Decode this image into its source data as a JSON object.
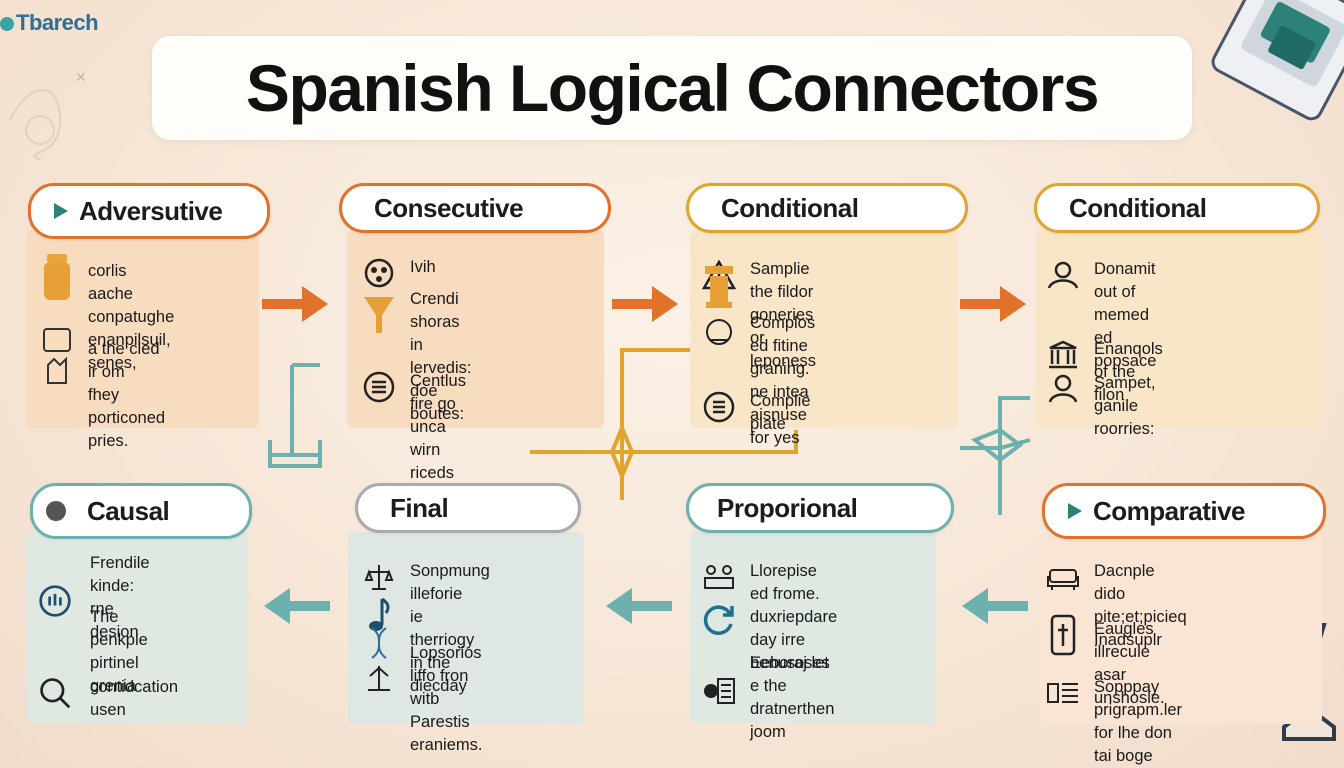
{
  "logo": {
    "text": "Tbarech"
  },
  "title": "Spanish Logical Connectors",
  "colors": {
    "orange": "#e0722c",
    "gold": "#e0a52a",
    "teal": "#6cb1ae"
  },
  "cards": {
    "adversutive": {
      "header": "Adversutive",
      "items": [
        {
          "icon": "bottle-icon",
          "text": "corlis aache\nconpatughe\nenanpilsuil, senes,"
        },
        {
          "icon": "tape-icon",
          "text": "a the cled ir om\nfhey porticoned\npries."
        }
      ]
    },
    "consecutive": {
      "header": "Consecutive",
      "items": [
        {
          "icon": "gear-cluster-icon",
          "text": "Ivih"
        },
        {
          "icon": "funnel-icon",
          "text": "Crendi shoras in\nlervedis: doe\nboutes:"
        },
        {
          "icon": "list-circle-icon",
          "text": "Centlus fire go unca\nwirn riceds"
        }
      ]
    },
    "conditional1": {
      "header": "Conditional",
      "items": [
        {
          "icon": "warning-icon",
          "text": "Samplie the fildor\ngoneries or leponess"
        },
        {
          "icon": "lamp-icon",
          "text": "Complos ed fitine\ngraning. ne intea\naisnuse for yes"
        },
        {
          "icon": "coins-icon",
          "text": "Complie plate"
        }
      ]
    },
    "conditional2": {
      "header": "Conditional",
      "items": [
        {
          "icon": "people-icon",
          "text": "Donamit out of\nmemed ed\npopsace"
        },
        {
          "icon": "pillar-icon",
          "text": "Enanqols of the filon"
        },
        {
          "icon": "group-icon",
          "text": "Sampet, ganile\nroorries:"
        }
      ]
    },
    "causal": {
      "header": "Causal",
      "items": [
        {
          "icon": "blank-icon",
          "text": "Frendile kinde:\nrne desion"
        },
        {
          "icon": "hand-circle-icon",
          "text": "The penkple\npirtinel\ngrenia"
        },
        {
          "icon": "magnifier-icon",
          "text": "contidcation\nusen"
        }
      ]
    },
    "final": {
      "header": "Final",
      "items": [
        {
          "icon": "scale-icon",
          "text": "Sonpmung illeforie\nie therriogy in the\ndiecday"
        },
        {
          "icon": "music-note-icon",
          "text": ""
        },
        {
          "icon": "dna-icon",
          "text": "Lopsorios liffo fron\nwitb Parestis\neraniems."
        }
      ]
    },
    "proporional": {
      "header": "Proporional",
      "items": [
        {
          "icon": "team-icon",
          "text": "Llorepise ed frome.\nduxriepdare day irre\nbenusoses"
        },
        {
          "icon": "refresh-icon",
          "text": ""
        },
        {
          "icon": "document-icon",
          "text": "Eeboraj let e the\ndratnerthen\njoom"
        }
      ]
    },
    "comparative": {
      "header": "Comparative",
      "items": [
        {
          "icon": "couch-icon",
          "text": "Dacnple dido\npite;et;picieq Inadsuplr"
        },
        {
          "icon": "badge-icon",
          "text": "Eaugles illrecule asar\nunshosle."
        },
        {
          "icon": "list-icon",
          "text": "Sopppay prigrapm.ler\nfor lhe don tai boge"
        }
      ]
    }
  }
}
